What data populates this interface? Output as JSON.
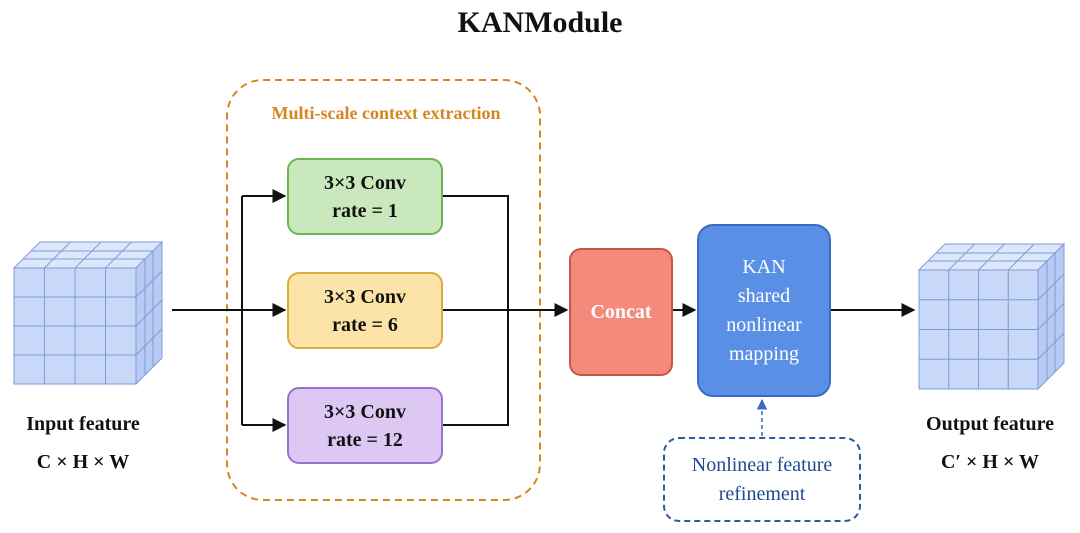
{
  "title": "KANModule",
  "context_group": {
    "label": "Multi-scale context extraction"
  },
  "conv_blocks": [
    {
      "line1": "3×3 Conv",
      "line2": "rate = 1",
      "color": "#c9e8bd"
    },
    {
      "line1": "3×3 Conv",
      "line2": "rate = 6",
      "color": "#fce3a8"
    },
    {
      "line1": "3×3 Conv",
      "line2": "rate = 12",
      "color": "#dcc8f2"
    }
  ],
  "concat": {
    "label": "Concat",
    "color": "#f48a7b"
  },
  "kan": {
    "lines": [
      "KAN",
      "shared",
      "nonlinear",
      "mapping"
    ],
    "color": "#5a8fe6"
  },
  "refinement": {
    "lines": [
      "Nonlinear feature",
      "refinement"
    ]
  },
  "input": {
    "label": "Input feature",
    "dims": "C × H × W"
  },
  "output": {
    "label": "Output feature",
    "dims": "C′ × H × W"
  },
  "cube_color": "#c8d8f8"
}
